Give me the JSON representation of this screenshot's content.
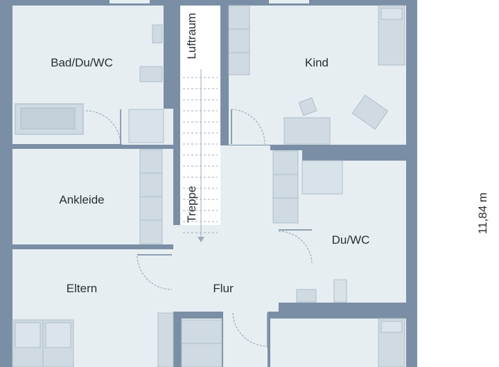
{
  "rooms": {
    "bad": "Bad/Du/WC",
    "kind": "Kind",
    "luftraum": "Luftraum",
    "treppe": "Treppe",
    "ankleide": "Ankleide",
    "du_wc": "Du/WC",
    "eltern": "Eltern",
    "flur": "Flur"
  },
  "dimension": "11,84 m",
  "colors": {
    "wall": "#7a8fa5",
    "floor": "#e6eef2",
    "furniture": "#cfdae2",
    "furniture_edge": "#aebdc9",
    "door_line": "#8d9fb0"
  }
}
